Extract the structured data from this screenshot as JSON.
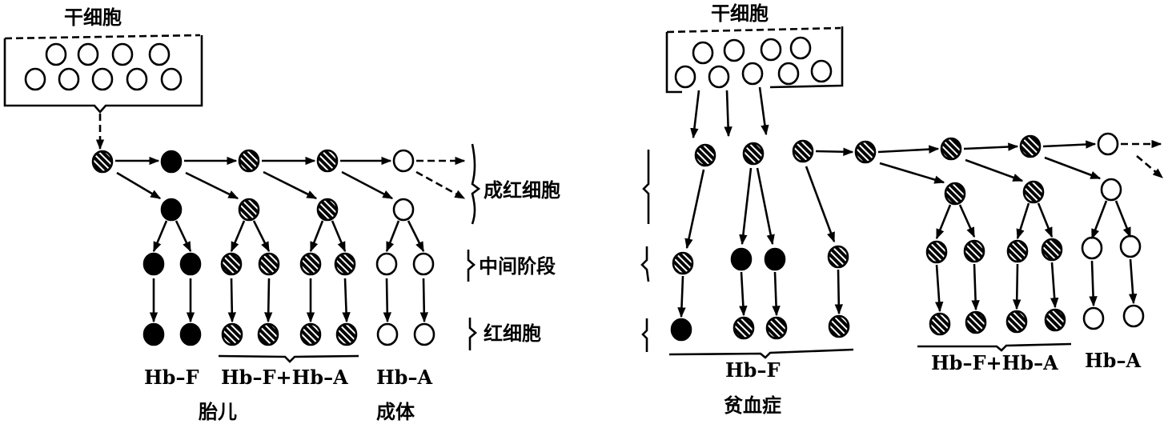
{
  "left_panel": {
    "stem_cell_label": "干细胞",
    "stage_labels": {
      "erythroblast": "成红细胞",
      "intermediate": "中间阶段",
      "erythrocyte": "红细胞"
    },
    "hb_labels": {
      "fetal": "Hb–F",
      "mixed": "Hb–F+Hb–A",
      "adult": "Hb–A"
    },
    "group_labels": {
      "fetus": "胎儿",
      "adult": "成体"
    }
  },
  "right_panel": {
    "stem_cell_label": "干细胞",
    "hb_labels": {
      "fetal": "Hb–F",
      "mixed": "Hb–F+Hb–A",
      "adult": "Hb–A"
    },
    "group_labels": {
      "anemia": "贫血症"
    }
  },
  "legend_semantics": {
    "solid": "Hb-F",
    "hatched": "Hb-F + Hb-A",
    "open": "Hb-A"
  },
  "colors": {
    "ink": "#000000",
    "paper": "#ffffff"
  }
}
